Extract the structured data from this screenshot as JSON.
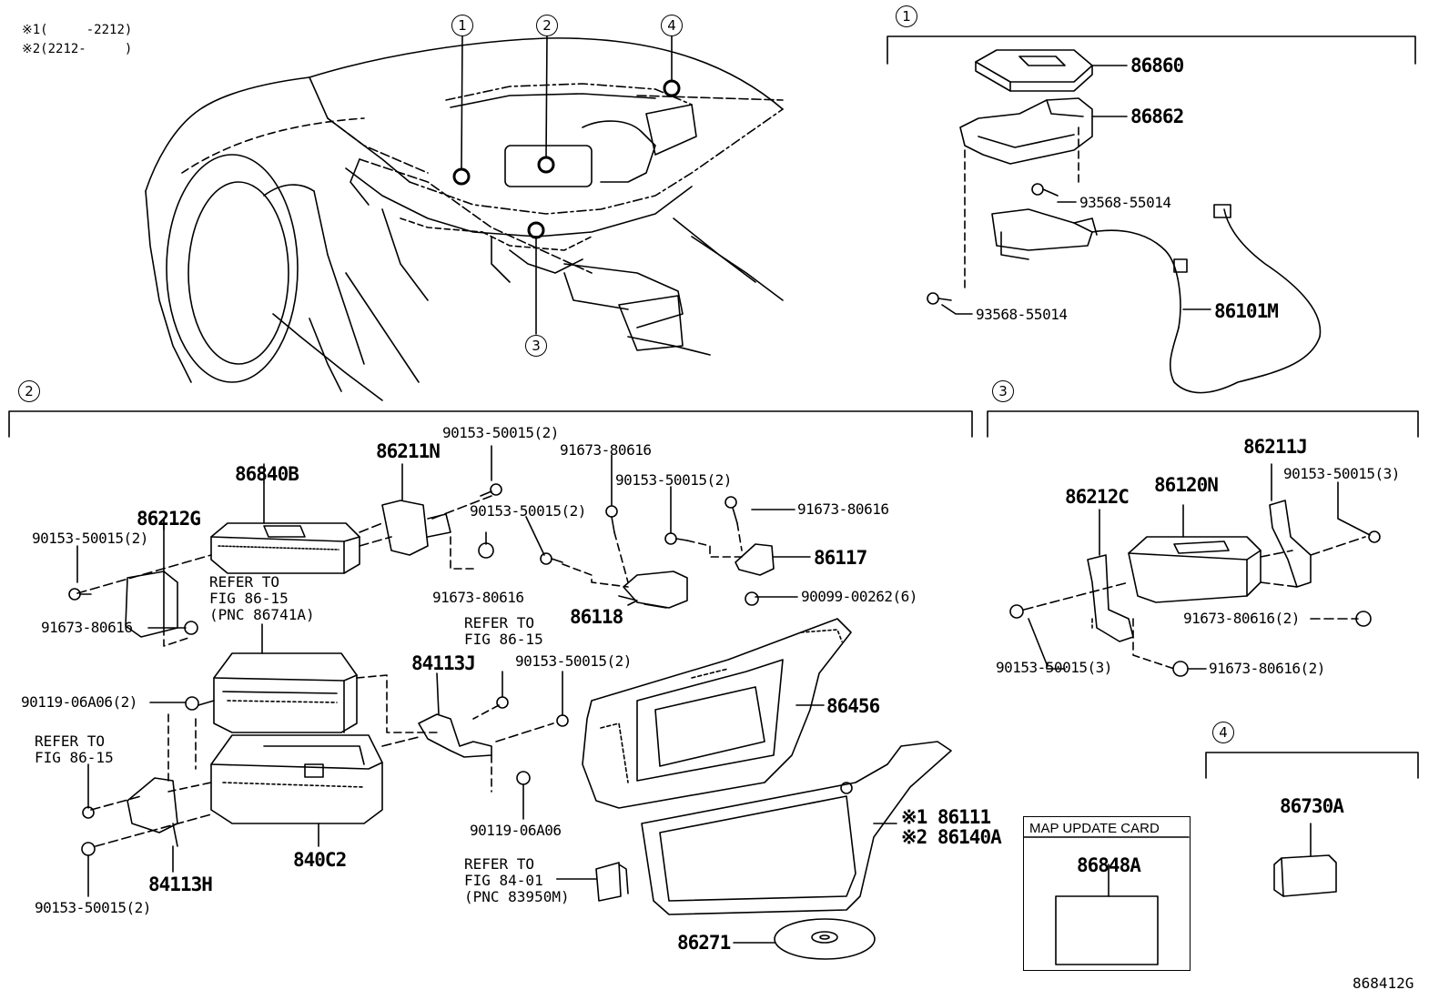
{
  "notes": {
    "note1": "※1(     -2212)",
    "note2": "※2(2212-     )"
  },
  "callouts": {
    "c1": "1",
    "c2": "2",
    "c3": "3",
    "c4": "4"
  },
  "sections": {
    "s1": "1",
    "s2": "2",
    "s3": "3",
    "s4": "4"
  },
  "section1": {
    "p86860": "86860",
    "p86862": "86862",
    "p93568a": "93568-55014",
    "p93568b": "93568-55014",
    "p86101m": "86101M"
  },
  "section2": {
    "p86840b": "86840B",
    "p86211n": "86211N",
    "p86212g": "86212G",
    "f90153_a": "90153-50015(2)",
    "f90153_b": "90153-50015(2)",
    "f90153_c": "90153-50015(2)",
    "f90153_d": "90153-50015(2)",
    "f90153_e": "90153-50015(2)",
    "f91673_a": "91673-80616",
    "f91673_b": "91673-80616",
    "f91673_c": "91673-80616",
    "f91673_d": "91673-80616",
    "ref_a": "REFER TO\nFIG 86-15\n(PNC 86741A)",
    "p86117": "86117",
    "p86118": "86118",
    "f90099": "90099-00262(6)",
    "ref_b": "REFER TO\nFIG 86-15",
    "p84113j": "84113J",
    "f90119_a": "90119-06A06(2)",
    "ref_c": "REFER TO\nFIG 86-15",
    "p86456": "86456",
    "f90119_b": "90119-06A06",
    "p840c2": "840C2",
    "p84113h": "84113H",
    "f90153_f": "90153-50015(2)",
    "p86111": "※1 86111",
    "p86140a": "※2 86140A",
    "ref_d": "REFER TO\nFIG 84-01\n(PNC 83950M)",
    "p86271": "86271"
  },
  "section3": {
    "p86211j": "86211J",
    "p86212c": "86212C",
    "p86120n": "86120N",
    "f90153_a": "90153-50015(3)",
    "f90153_b": "90153-50015(3)",
    "f91673_a": "91673-80616(2)",
    "f91673_b": "91673-80616(2)"
  },
  "section4": {
    "p86730a": "86730A"
  },
  "map_card": {
    "title": "MAP UPDATE CARD",
    "part": "86848A"
  },
  "figure_id": "868412G"
}
